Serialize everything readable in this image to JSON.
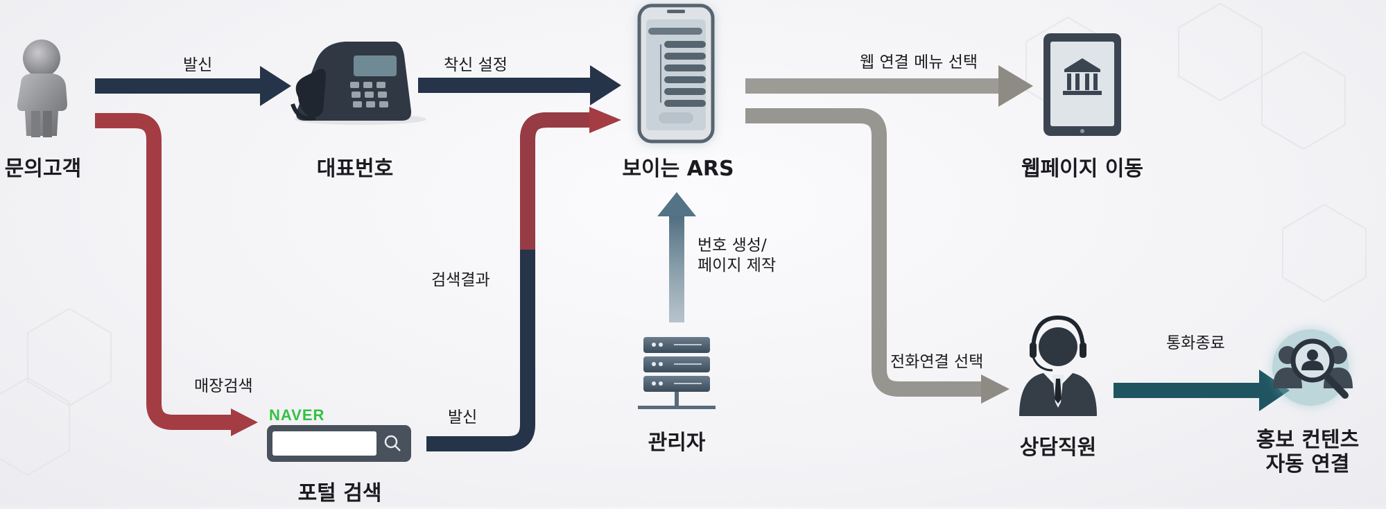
{
  "nodes": {
    "customer": {
      "label": "문의고객",
      "icon": "person-icon"
    },
    "main_number": {
      "label": "대표번호",
      "icon": "desk-phone-icon"
    },
    "visible_ars": {
      "label": "보이는 ARS",
      "icon": "smartphone-icon"
    },
    "webpage": {
      "label": "웹페이지 이동",
      "icon": "tablet-bank-icon"
    },
    "portal_search": {
      "label": "포털 검색",
      "icon": "search-bar-icon",
      "brand": "NAVER"
    },
    "admin": {
      "label": "관리자",
      "icon": "server-icon"
    },
    "counselor": {
      "label": "상담직원",
      "icon": "headset-agent-icon"
    },
    "promo": {
      "label": "홍보 컨텐츠\n자동 연결",
      "icon": "group-search-icon"
    }
  },
  "edges": {
    "call_out_1": "발신",
    "incoming_setup": "착신 설정",
    "web_link_menu": "웹 연결 메뉴 선택",
    "search_result": "검색결과",
    "number_page": "번호 생성/\n페이지 제작",
    "store_search": "매장검색",
    "call_out_2": "발신",
    "call_connect": "전화연결 선택",
    "call_end": "통화종료"
  },
  "colors": {
    "navy": "#263449",
    "red": "#a43c44",
    "gray": "#8d8b84",
    "teal": "#1e5561",
    "steel": "#6f8798",
    "naver_green": "#35c042"
  }
}
